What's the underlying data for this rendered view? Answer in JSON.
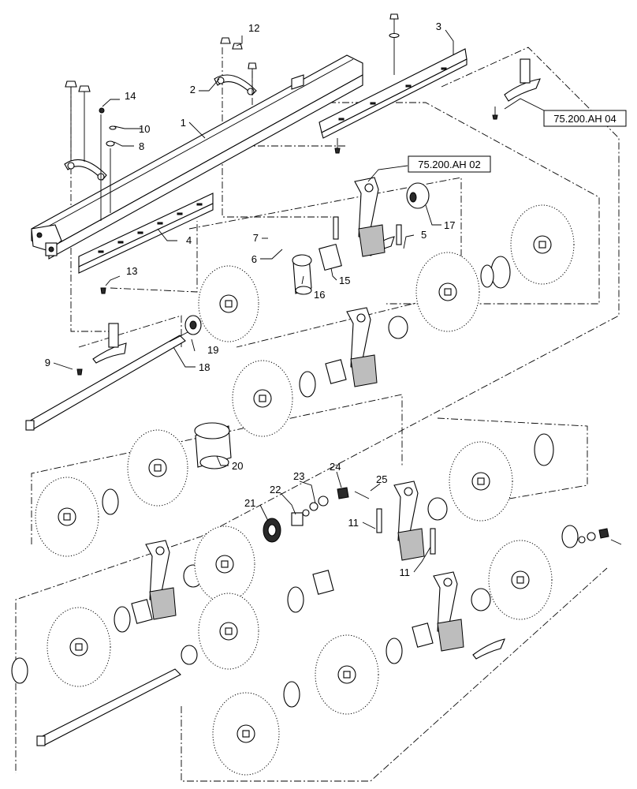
{
  "callouts": [
    {
      "id": "c1",
      "text": "1"
    },
    {
      "id": "c2",
      "text": "2"
    },
    {
      "id": "c3",
      "text": "3"
    },
    {
      "id": "c4",
      "text": "4"
    },
    {
      "id": "c5",
      "text": "5"
    },
    {
      "id": "c6",
      "text": "6"
    },
    {
      "id": "c7",
      "text": "7"
    },
    {
      "id": "c8",
      "text": "8"
    },
    {
      "id": "c9",
      "text": "9"
    },
    {
      "id": "c10",
      "text": "10"
    },
    {
      "id": "c11a",
      "text": "11"
    },
    {
      "id": "c11b",
      "text": "11"
    },
    {
      "id": "c12",
      "text": "12"
    },
    {
      "id": "c13",
      "text": "13"
    },
    {
      "id": "c14",
      "text": "14"
    },
    {
      "id": "c15",
      "text": "15"
    },
    {
      "id": "c16",
      "text": "16"
    },
    {
      "id": "c17",
      "text": "17"
    },
    {
      "id": "c18",
      "text": "18"
    },
    {
      "id": "c19",
      "text": "19"
    },
    {
      "id": "c20",
      "text": "20"
    },
    {
      "id": "c21",
      "text": "21"
    },
    {
      "id": "c22",
      "text": "22"
    },
    {
      "id": "c23",
      "text": "23"
    },
    {
      "id": "c24",
      "text": "24"
    },
    {
      "id": "c25",
      "text": "25"
    }
  ],
  "references": {
    "ref_top": "75.200.AH 04",
    "ref_mid": "75.200.AH 02"
  }
}
